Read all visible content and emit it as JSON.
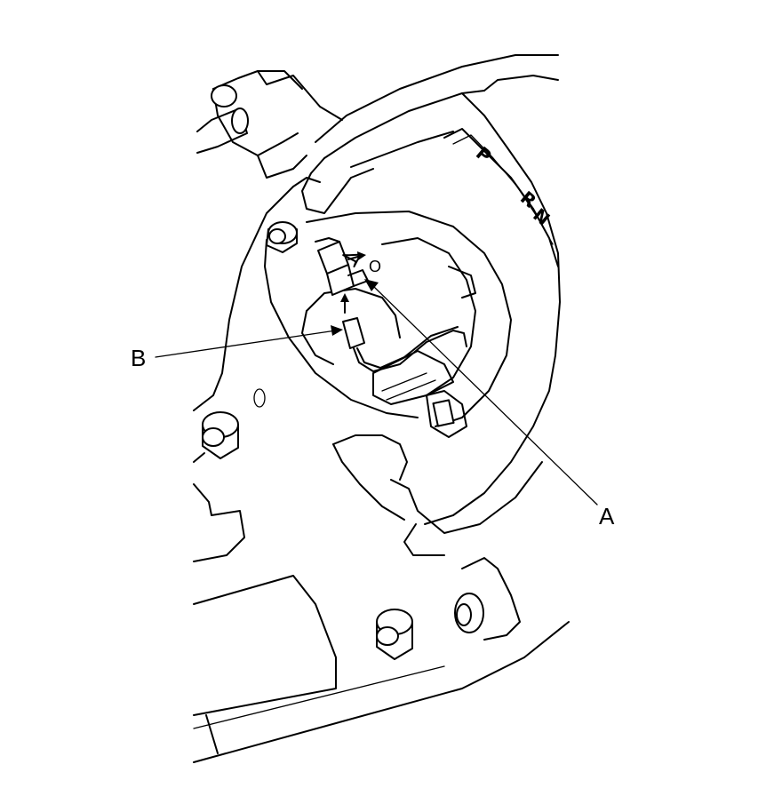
{
  "diagram": {
    "callouts": {
      "a": "A",
      "b": "B"
    },
    "gear_indicator": {
      "p": "P",
      "r": "R",
      "n": "N"
    },
    "small_mark": "O"
  }
}
